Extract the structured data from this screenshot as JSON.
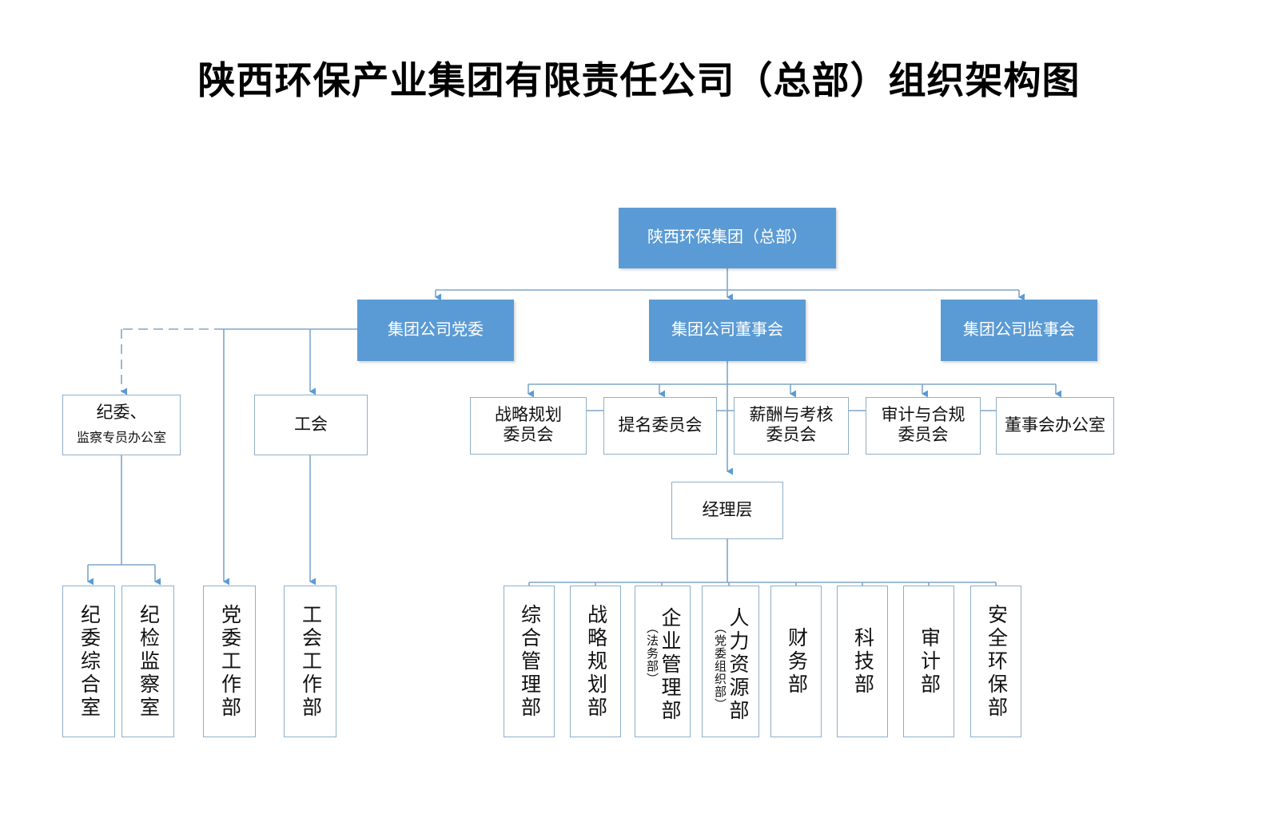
{
  "document": {
    "title": "陕西环保产业集团有限责任公司（总部）组织架构图",
    "accent_color": "#5B9BD5",
    "line_color": "#7EA6C8",
    "box_border_color": "#8FAFC9",
    "background": "#FFFFFF"
  },
  "chart_data": {
    "type": "diagram",
    "diagram_kind": "organization-chart",
    "title": "陕西环保产业集团有限责任公司（总部）组织架构图",
    "nodes": [
      {
        "id": "root",
        "label": "陕西环保集团（总部）",
        "style": "filled",
        "level": 0
      },
      {
        "id": "party",
        "label": "集团公司党委",
        "style": "filled",
        "level": 1
      },
      {
        "id": "board",
        "label": "集团公司董事会",
        "style": "filled",
        "level": 1
      },
      {
        "id": "supervisory",
        "label": "集团公司监事会",
        "style": "filled",
        "level": 1
      },
      {
        "id": "discipline",
        "label": "纪委、",
        "sub_label": "监察专员办公室",
        "style": "outline",
        "level": 2
      },
      {
        "id": "union",
        "label": "工会",
        "style": "outline",
        "level": 2
      },
      {
        "id": "cmt-strategy",
        "label": "战略规划\n委员会",
        "style": "outline",
        "level": 2
      },
      {
        "id": "cmt-nomination",
        "label": "提名委员会",
        "style": "outline",
        "level": 2
      },
      {
        "id": "cmt-remuneration",
        "label": "薪酬与考核\n委员会",
        "style": "outline",
        "level": 2
      },
      {
        "id": "cmt-audit",
        "label": "审计与合规\n委员会",
        "style": "outline",
        "level": 2
      },
      {
        "id": "board-office",
        "label": "董事会办公室",
        "style": "outline",
        "level": 2
      },
      {
        "id": "management",
        "label": "经理层",
        "style": "outline",
        "level": 3
      },
      {
        "id": "dept-jiwei-office",
        "label": "纪委综合室",
        "style": "outline",
        "level": 4,
        "vertical": true
      },
      {
        "id": "dept-jijian",
        "label": "纪检监察室",
        "style": "outline",
        "level": 4,
        "vertical": true
      },
      {
        "id": "dept-party-work",
        "label": "党委工作部",
        "style": "outline",
        "level": 4,
        "vertical": true
      },
      {
        "id": "dept-union-work",
        "label": "工会工作部",
        "style": "outline",
        "level": 4,
        "vertical": true
      },
      {
        "id": "dept-general",
        "label": "综合管理部",
        "style": "outline",
        "level": 4,
        "vertical": true
      },
      {
        "id": "dept-strategy",
        "label": "战略规划部",
        "style": "outline",
        "level": 4,
        "vertical": true
      },
      {
        "id": "dept-enterprise",
        "label": "企业管理部",
        "note": "（法务部）",
        "style": "outline",
        "level": 4,
        "vertical": true
      },
      {
        "id": "dept-hr",
        "label": "人力资源部",
        "note": "（党委组织部）",
        "style": "outline",
        "level": 4,
        "vertical": true
      },
      {
        "id": "dept-finance",
        "label": "财务部",
        "style": "outline",
        "level": 4,
        "vertical": true
      },
      {
        "id": "dept-tech",
        "label": "科技部",
        "style": "outline",
        "level": 4,
        "vertical": true
      },
      {
        "id": "dept-audit",
        "label": "审计部",
        "style": "outline",
        "level": 4,
        "vertical": true
      },
      {
        "id": "dept-safety",
        "label": "安全环保部",
        "style": "outline",
        "level": 4,
        "vertical": true
      }
    ],
    "edges": [
      {
        "from": "root",
        "to": "party",
        "style": "solid"
      },
      {
        "from": "root",
        "to": "board",
        "style": "solid"
      },
      {
        "from": "root",
        "to": "supervisory",
        "style": "solid"
      },
      {
        "from": "party",
        "to": "discipline",
        "style": "dashed"
      },
      {
        "from": "party",
        "to": "union",
        "style": "solid"
      },
      {
        "from": "party",
        "to": "dept-party-work",
        "style": "solid"
      },
      {
        "from": "discipline",
        "to": "dept-jiwei-office",
        "style": "solid"
      },
      {
        "from": "discipline",
        "to": "dept-jijian",
        "style": "solid"
      },
      {
        "from": "union",
        "to": "dept-union-work",
        "style": "solid"
      },
      {
        "from": "board",
        "to": "cmt-strategy",
        "style": "solid"
      },
      {
        "from": "board",
        "to": "cmt-nomination",
        "style": "solid"
      },
      {
        "from": "board",
        "to": "cmt-remuneration",
        "style": "solid"
      },
      {
        "from": "board",
        "to": "cmt-audit",
        "style": "solid"
      },
      {
        "from": "board",
        "to": "board-office",
        "style": "solid"
      },
      {
        "from": "board",
        "to": "management",
        "style": "solid"
      },
      {
        "from": "management",
        "to": "dept-general",
        "style": "solid"
      },
      {
        "from": "management",
        "to": "dept-strategy",
        "style": "solid"
      },
      {
        "from": "management",
        "to": "dept-enterprise",
        "style": "solid"
      },
      {
        "from": "management",
        "to": "dept-hr",
        "style": "solid"
      },
      {
        "from": "management",
        "to": "dept-finance",
        "style": "solid"
      },
      {
        "from": "management",
        "to": "dept-tech",
        "style": "solid"
      },
      {
        "from": "management",
        "to": "dept-audit",
        "style": "solid"
      },
      {
        "from": "management",
        "to": "dept-safety",
        "style": "solid"
      }
    ]
  },
  "nodes": {
    "root": "陕西环保集团（总部）",
    "party": "集团公司党委",
    "board": "集团公司董事会",
    "supervisory": "集团公司监事会",
    "discipline_line1": "纪委、",
    "discipline_line2": "监察专员办公室",
    "union": "工会",
    "cmt_strategy_l1": "战略规划",
    "cmt_strategy_l2": "委员会",
    "cmt_nomination": "提名委员会",
    "cmt_remuneration_l1": "薪酬与考核",
    "cmt_remuneration_l2": "委员会",
    "cmt_audit_l1": "审计与合规",
    "cmt_audit_l2": "委员会",
    "board_office": "董事会办公室",
    "management": "经理层",
    "dept_jiwei_office": "纪委综合室",
    "dept_jijian": "纪检监察室",
    "dept_party_work": "党委工作部",
    "dept_union_work": "工会工作部",
    "dept_general": "综合管理部",
    "dept_strategy": "战略规划部",
    "dept_enterprise": "企业管理部",
    "dept_enterprise_note": "（法务部）",
    "dept_hr": "人力资源部",
    "dept_hr_note": "（党委组织部）",
    "dept_finance": "财务部",
    "dept_tech": "科技部",
    "dept_audit": "审计部",
    "dept_safety": "安全环保部"
  }
}
